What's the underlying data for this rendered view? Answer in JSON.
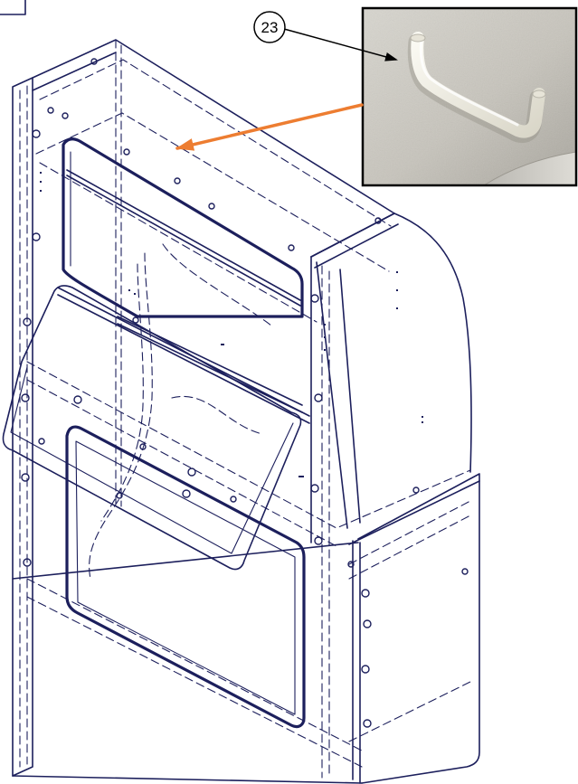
{
  "callout": {
    "number": "23",
    "circle_color": "#000000",
    "leader_color": "#000000"
  },
  "pointer": {
    "color": "#ed7d31",
    "description_icon": "orange-arrow-icon"
  },
  "inset_photo": {
    "subject": "handle-photo",
    "border_color": "#000000"
  },
  "drawing": {
    "line_color": "#1c1f5c",
    "style": "dashed-hidden-lines"
  }
}
